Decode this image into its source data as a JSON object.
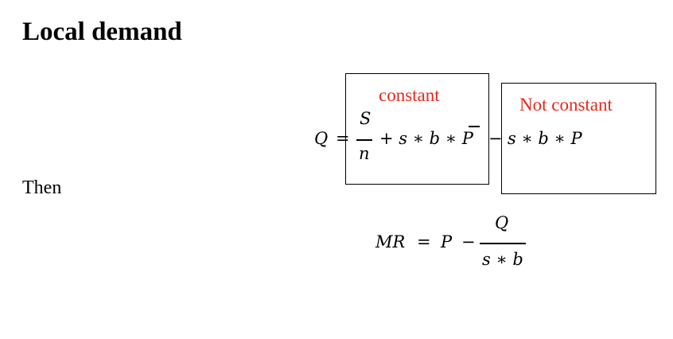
{
  "slide": {
    "title": "Local demand",
    "then_label": "Then"
  },
  "boxes": {
    "constant_label": "constant",
    "not_constant_label": "Not constant"
  },
  "equation1": {
    "lhs": "Q",
    "equals": "=",
    "frac_num": "S",
    "frac_den": "n",
    "constant_term": "+ s ∗ b ∗ P",
    "minus": "−",
    "variable_term": "s ∗ b ∗ P"
  },
  "equation2": {
    "lhs": "MR",
    "equals": "=",
    "p": "P",
    "minus": "−",
    "frac_num": "Q",
    "frac_den": "s ∗ b"
  }
}
